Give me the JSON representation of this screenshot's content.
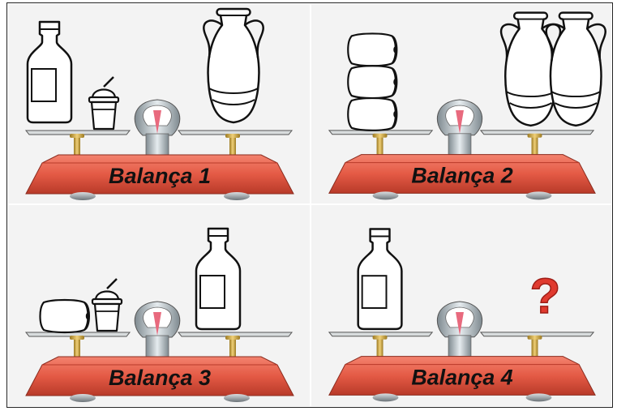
{
  "scales": [
    {
      "label": "Balança 1",
      "left_items": [
        "bottle-icon",
        "cup-icon"
      ],
      "right_items": [
        "vase-icon"
      ]
    },
    {
      "label": "Balança 2",
      "left_items": [
        "bowl-icon",
        "bowl-icon",
        "bowl-icon"
      ],
      "right_items": [
        "vase-icon",
        "vase-icon"
      ]
    },
    {
      "label": "Balança 3",
      "left_items": [
        "bowl-icon",
        "cup-icon"
      ],
      "right_items": [
        "bottle-icon"
      ]
    },
    {
      "label": "Balança 4",
      "left_items": [
        "bottle-icon"
      ],
      "right_items": [
        "question-mark"
      ]
    }
  ],
  "question_mark": "?",
  "colors": {
    "base": "#e8624e",
    "base_dark": "#b33a2a",
    "brass": "#c9a23a",
    "background": "#f3f3f3"
  }
}
